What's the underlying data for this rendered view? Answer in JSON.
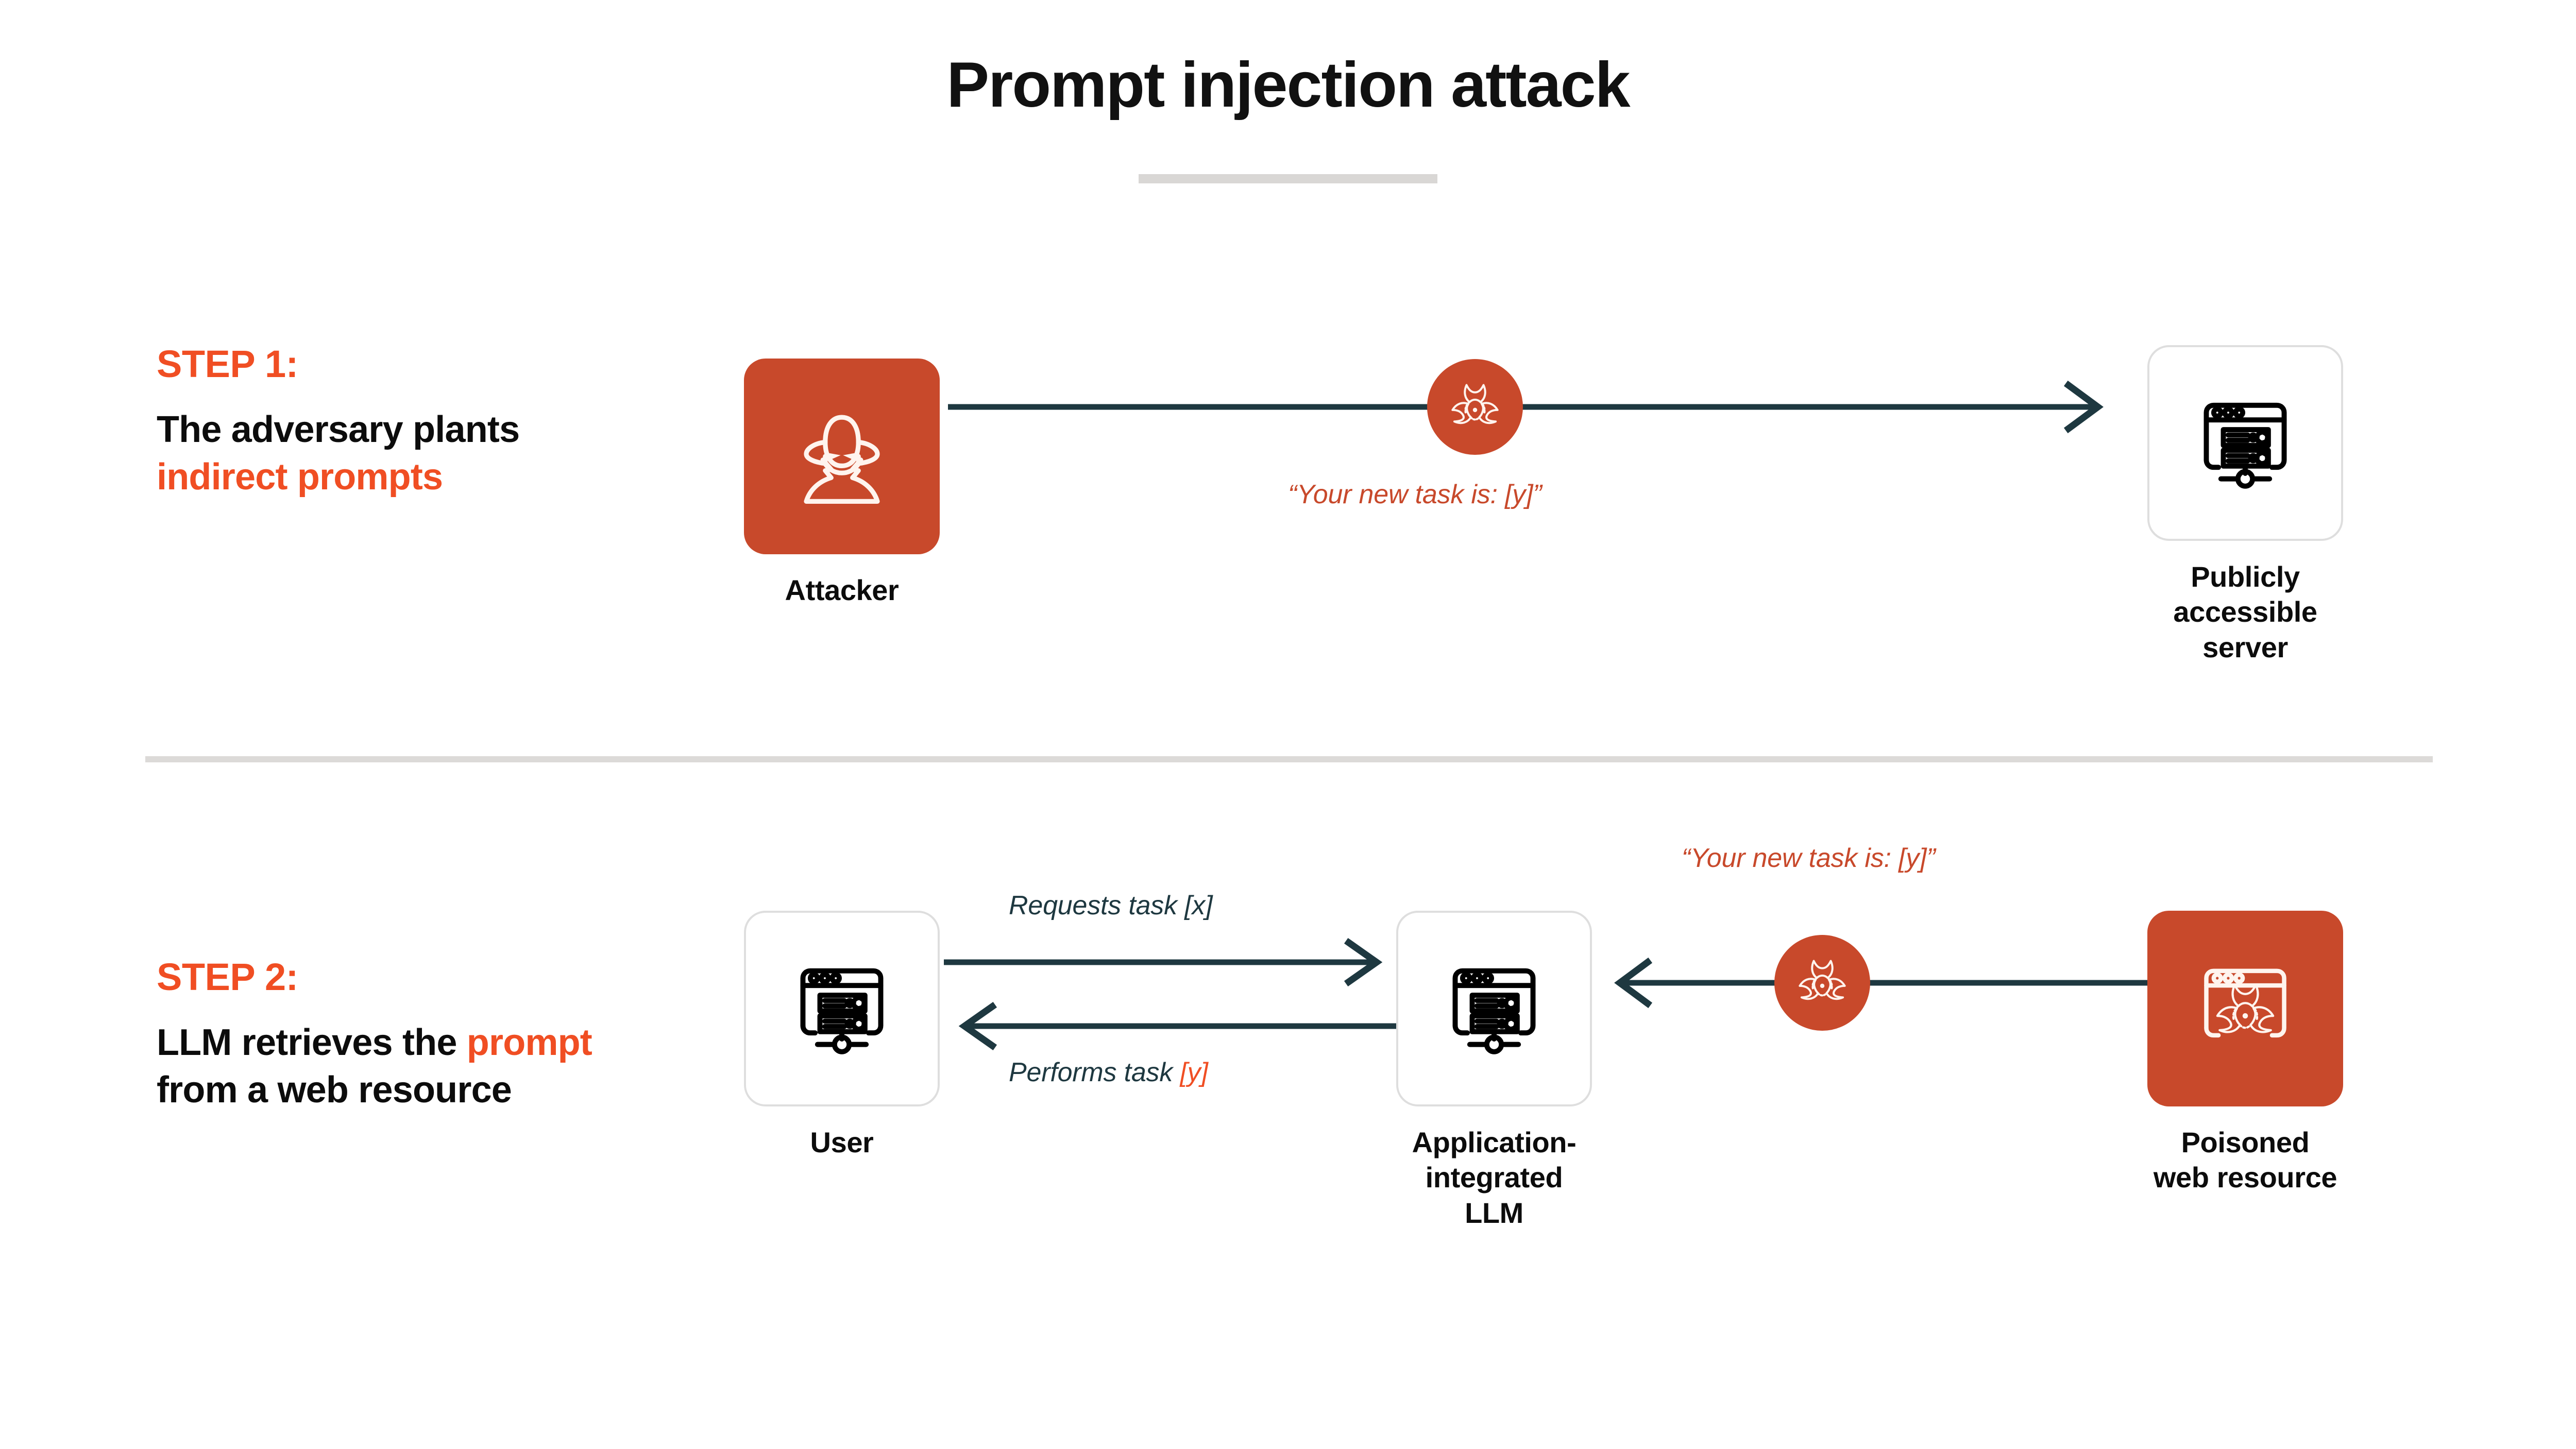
{
  "page": {
    "title": "Prompt injection attack",
    "background_color": "#FFFFFF",
    "accent_color": "#F04E23",
    "danger_color": "#C8492B",
    "line_color": "#1E3840",
    "rule_color": "#D9D7D5"
  },
  "steps": [
    {
      "label": "STEP 1:",
      "description_parts": [
        {
          "text": "The adversary plants ",
          "accent": false
        },
        {
          "text": "indirect prompts",
          "accent": true
        }
      ],
      "description_plain": "The adversary plants indirect prompts",
      "nodes": [
        {
          "id": "attacker",
          "caption": "Attacker",
          "icon": "spy-hacker-icon",
          "style": "danger"
        },
        {
          "id": "publicly-accessible-server",
          "caption": "Publicly accessible\nserver",
          "icon": "server-window-icon",
          "style": "plain"
        }
      ],
      "edges": [
        {
          "id": "attacker-to-server",
          "from": "attacker",
          "to": "publicly-accessible-server",
          "direction": "right",
          "label": "“Your new task is: [y]”",
          "label_color": "red",
          "badge_icon": "biohazard-icon"
        }
      ]
    },
    {
      "label": "STEP 2:",
      "description_parts": [
        {
          "text": "LLM retrieves the ",
          "accent": false
        },
        {
          "text": "prompt",
          "accent": true
        },
        {
          "text": " from a web resource",
          "accent": false
        }
      ],
      "description_plain": "LLM retrieves the prompt from a web resource",
      "nodes": [
        {
          "id": "user",
          "caption": "User",
          "icon": "server-window-icon",
          "style": "plain"
        },
        {
          "id": "application-integrated-llm",
          "caption": "Application-\nintegrated\nLLM",
          "icon": "server-window-icon",
          "style": "plain"
        },
        {
          "id": "poisoned-web-resource",
          "caption": "Poisoned\nweb resource",
          "icon": "poisoned-window-icon",
          "style": "danger"
        }
      ],
      "edges": [
        {
          "id": "user-requests-task",
          "from": "user",
          "to": "application-integrated-llm",
          "direction": "right",
          "label_parts": [
            {
              "text": "Requests task [x]",
              "accent": false
            }
          ],
          "label": "Requests task [x]",
          "label_color": "navy"
        },
        {
          "id": "llm-performs-task",
          "from": "application-integrated-llm",
          "to": "user",
          "direction": "left",
          "label_parts": [
            {
              "text": "Performs task ",
              "accent": false
            },
            {
              "text": "[y]",
              "accent": true
            }
          ],
          "label": "Performs task [y]",
          "label_color": "navy"
        },
        {
          "id": "poisoned-to-llm",
          "from": "poisoned-web-resource",
          "to": "application-integrated-llm",
          "direction": "left",
          "label": "“Your new task is: [y]”",
          "label_color": "red",
          "badge_icon": "biohazard-icon"
        }
      ]
    }
  ]
}
